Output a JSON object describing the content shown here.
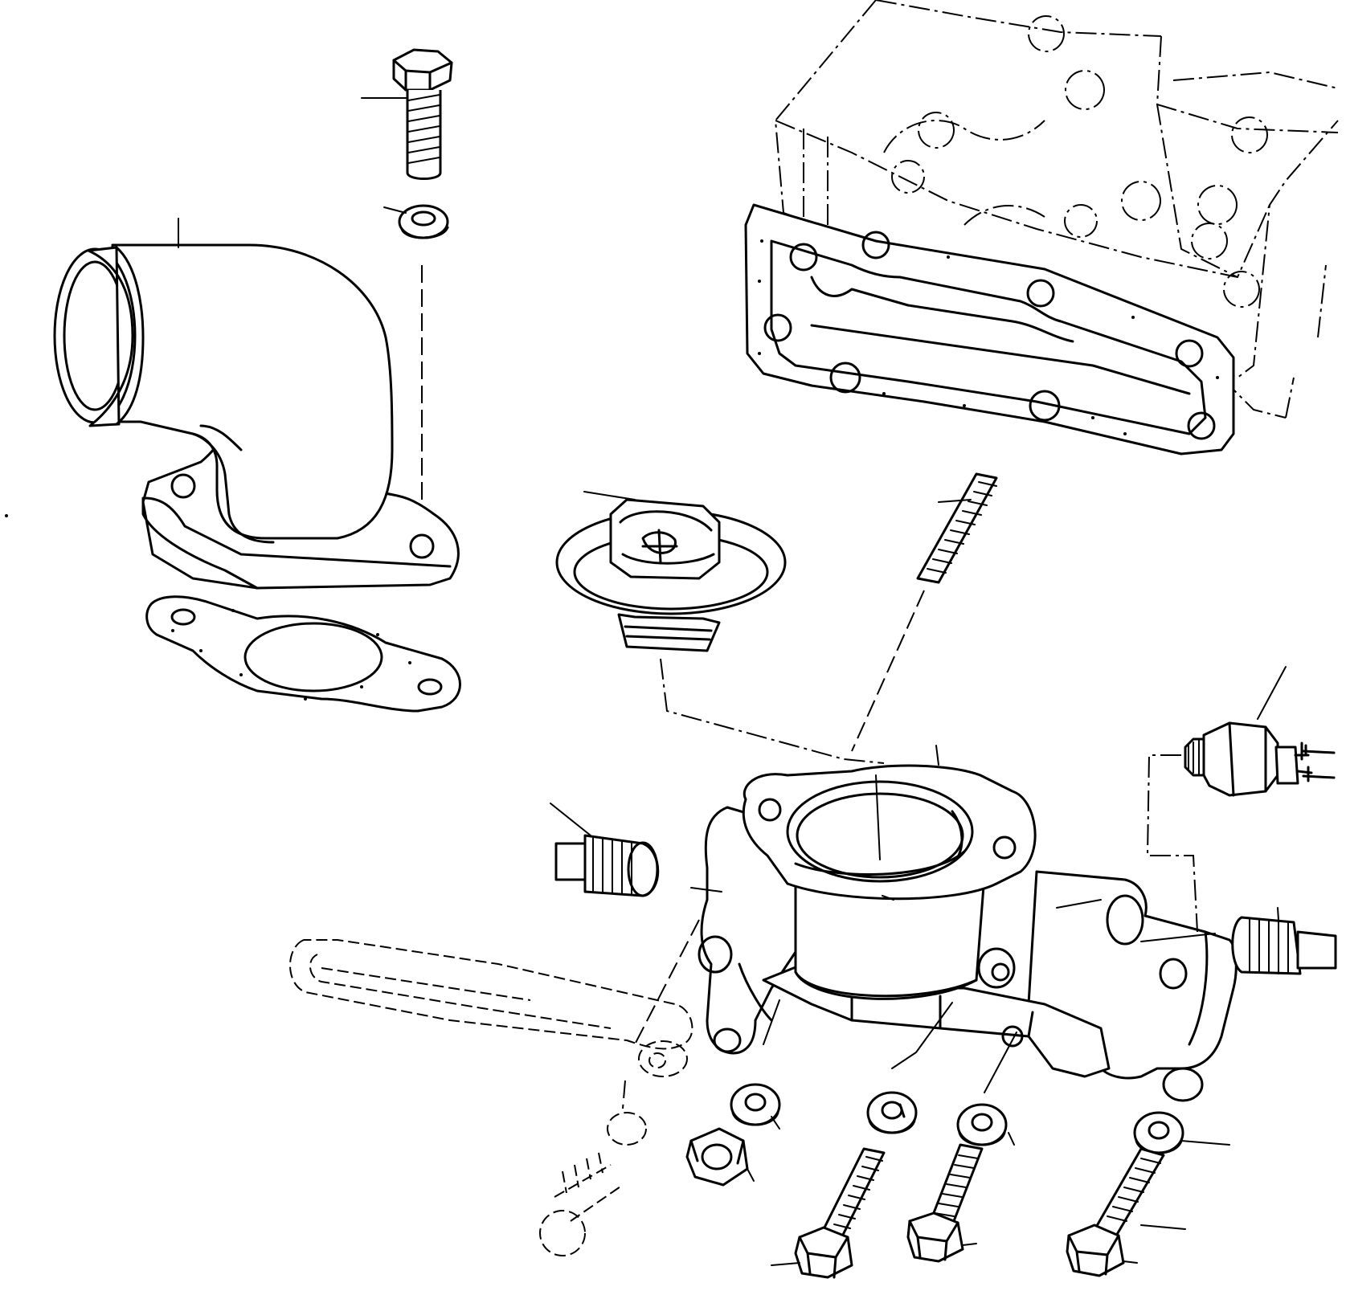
{
  "diagram": {
    "parts": [
      "cylinder-head",
      "head-gasket",
      "water-outlet-elbow",
      "elbow-gasket",
      "bolt",
      "lock-washer",
      "thermostat",
      "stud",
      "thermostat-housing",
      "plug-left",
      "plug-right",
      "temperature-sender",
      "mounting-bolts",
      "lock-washers",
      "nut",
      "bracket"
    ],
    "colors": {
      "ink": "#000000",
      "paper": "#ffffff"
    }
  }
}
